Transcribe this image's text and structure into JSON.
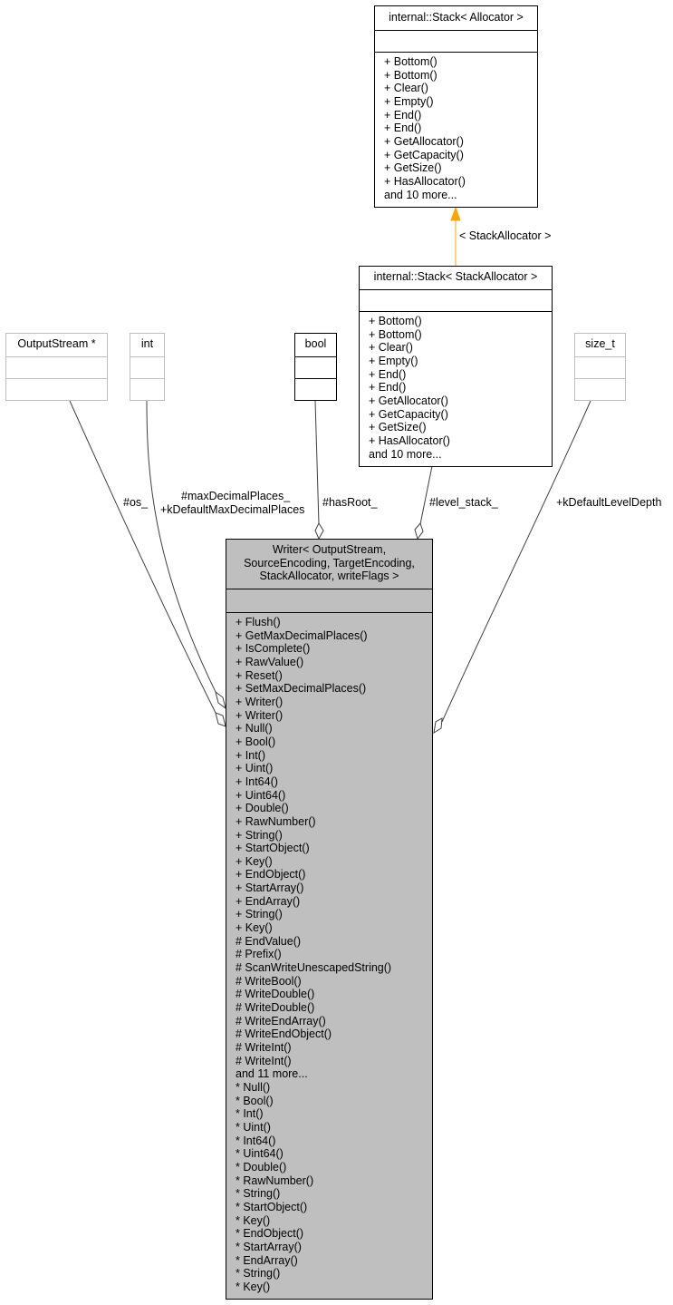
{
  "nodes": {
    "allocator_stack": {
      "title": [
        "internal::Stack< Allocator >"
      ],
      "attributes": [],
      "methods": [
        "+ Bottom()",
        "+ Bottom()",
        "+ Clear()",
        "+ Empty()",
        "+ End()",
        "+ End()",
        "+ GetAllocator()",
        "+ GetCapacity()",
        "+ GetSize()",
        "+ HasAllocator()",
        "and 10 more..."
      ]
    },
    "stackallocator_stack": {
      "title": [
        "internal::Stack< StackAllocator >"
      ],
      "attributes": [],
      "methods": [
        "+ Bottom()",
        "+ Bottom()",
        "+ Clear()",
        "+ Empty()",
        "+ End()",
        "+ End()",
        "+ GetAllocator()",
        "+ GetCapacity()",
        "+ GetSize()",
        "+ HasAllocator()",
        "and 10 more..."
      ]
    },
    "output_stream": {
      "title": [
        "OutputStream *"
      ],
      "attributes": [],
      "methods": []
    },
    "int_type": {
      "title": [
        "int"
      ],
      "attributes": [],
      "methods": []
    },
    "bool_type": {
      "title": [
        "bool"
      ],
      "attributes": [],
      "methods": []
    },
    "size_t_type": {
      "title": [
        "size_t"
      ],
      "attributes": [],
      "methods": []
    },
    "writer": {
      "title": [
        "Writer< OutputStream,",
        "SourceEncoding, TargetEncoding,",
        "StackAllocator, writeFlags >"
      ],
      "attributes": [],
      "methods": [
        "+ Flush()",
        "+ GetMaxDecimalPlaces()",
        "+ IsComplete()",
        "+ RawValue()",
        "+ Reset()",
        "+ SetMaxDecimalPlaces()",
        "+ Writer()",
        "+ Writer()",
        "+ Null()",
        "+ Bool()",
        "+ Int()",
        "+ Uint()",
        "+ Int64()",
        "+ Uint64()",
        "+ Double()",
        "+ RawNumber()",
        "+ String()",
        "+ StartObject()",
        "+ Key()",
        "+ EndObject()",
        "+ StartArray()",
        "+ EndArray()",
        "+ String()",
        "+ Key()",
        "# EndValue()",
        "# Prefix()",
        "# ScanWriteUnescapedString()",
        "# WriteBool()",
        "# WriteDouble()",
        "# WriteDouble()",
        "# WriteEndArray()",
        "# WriteEndObject()",
        "# WriteInt()",
        "# WriteInt()",
        "and 11 more...",
        "* Null()",
        "* Bool()",
        "* Int()",
        "* Uint()",
        "* Int64()",
        "* Uint64()",
        "* Double()",
        "* RawNumber()",
        "* String()",
        "* StartObject()",
        "* Key()",
        "* EndObject()",
        "* StartArray()",
        "* EndArray()",
        "* String()",
        "* Key()"
      ]
    }
  },
  "edges": {
    "template_arg": "< StackAllocator >",
    "os": "#os_",
    "max_decimal_line1": "#maxDecimalPlaces_",
    "max_decimal_line2": "+kDefaultMaxDecimalPlaces",
    "has_root": "#hasRoot_",
    "level_stack": "#level_stack_",
    "default_level_depth": "+kDefaultLevelDepth"
  },
  "colors": {
    "node_border": "#000000",
    "gray_border": "#bfbfbf",
    "writer_fill": "#bfbfbf",
    "edge": "#404040",
    "template_edge": "#ffa500"
  }
}
